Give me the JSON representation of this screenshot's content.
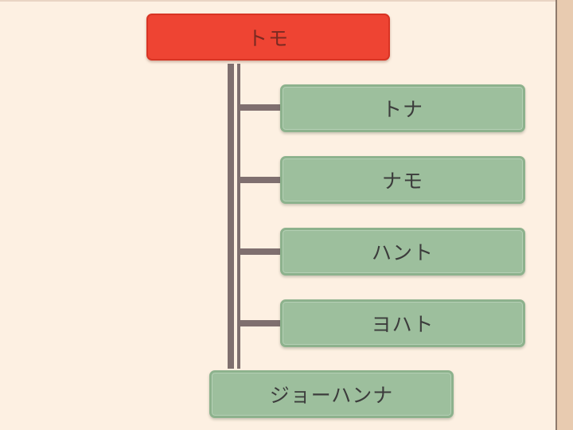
{
  "root": {
    "label": "トモ"
  },
  "children": [
    {
      "label": "トナ"
    },
    {
      "label": "ナモ"
    },
    {
      "label": "ハント"
    },
    {
      "label": "ヨハト"
    }
  ],
  "bottom": {
    "label": "ジョーハンナ"
  },
  "colors": {
    "root": "#ee4433",
    "child": "#9dbf9d",
    "line": "#7f6f6f",
    "background": "#fdf0e2"
  }
}
